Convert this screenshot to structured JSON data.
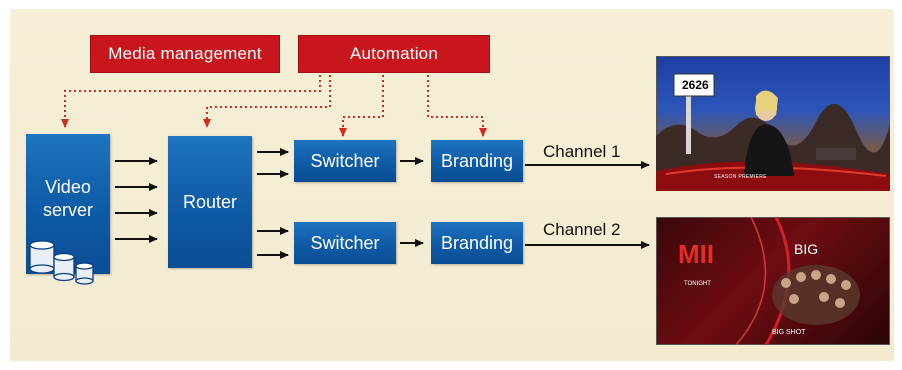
{
  "top_boxes": {
    "media_management": "Media management",
    "automation": "Automation"
  },
  "blocks": {
    "video_server": "Video\nserver",
    "router": "Router",
    "switcher_1": "Switcher",
    "switcher_2": "Switcher",
    "branding_1": "Branding",
    "branding_2": "Branding"
  },
  "channels": {
    "channel_1": "Channel 1",
    "channel_2": "Channel 2"
  },
  "screens": {
    "screen_1": {
      "sign_text": "2626",
      "caption": "SEASON PREMIERE"
    },
    "screen_2": {
      "logo_text": "MII",
      "big_text": "BIG",
      "tonight_text": "TONIGHT",
      "show_text": "BIG SHOT"
    }
  },
  "colors": {
    "background": "#f4edd3",
    "automation_red": "#c8161c",
    "block_blue": "#0e5aa6",
    "dotted_line": "#d32a1e",
    "arrow": "#111111"
  },
  "icons": [
    "database-icon"
  ]
}
